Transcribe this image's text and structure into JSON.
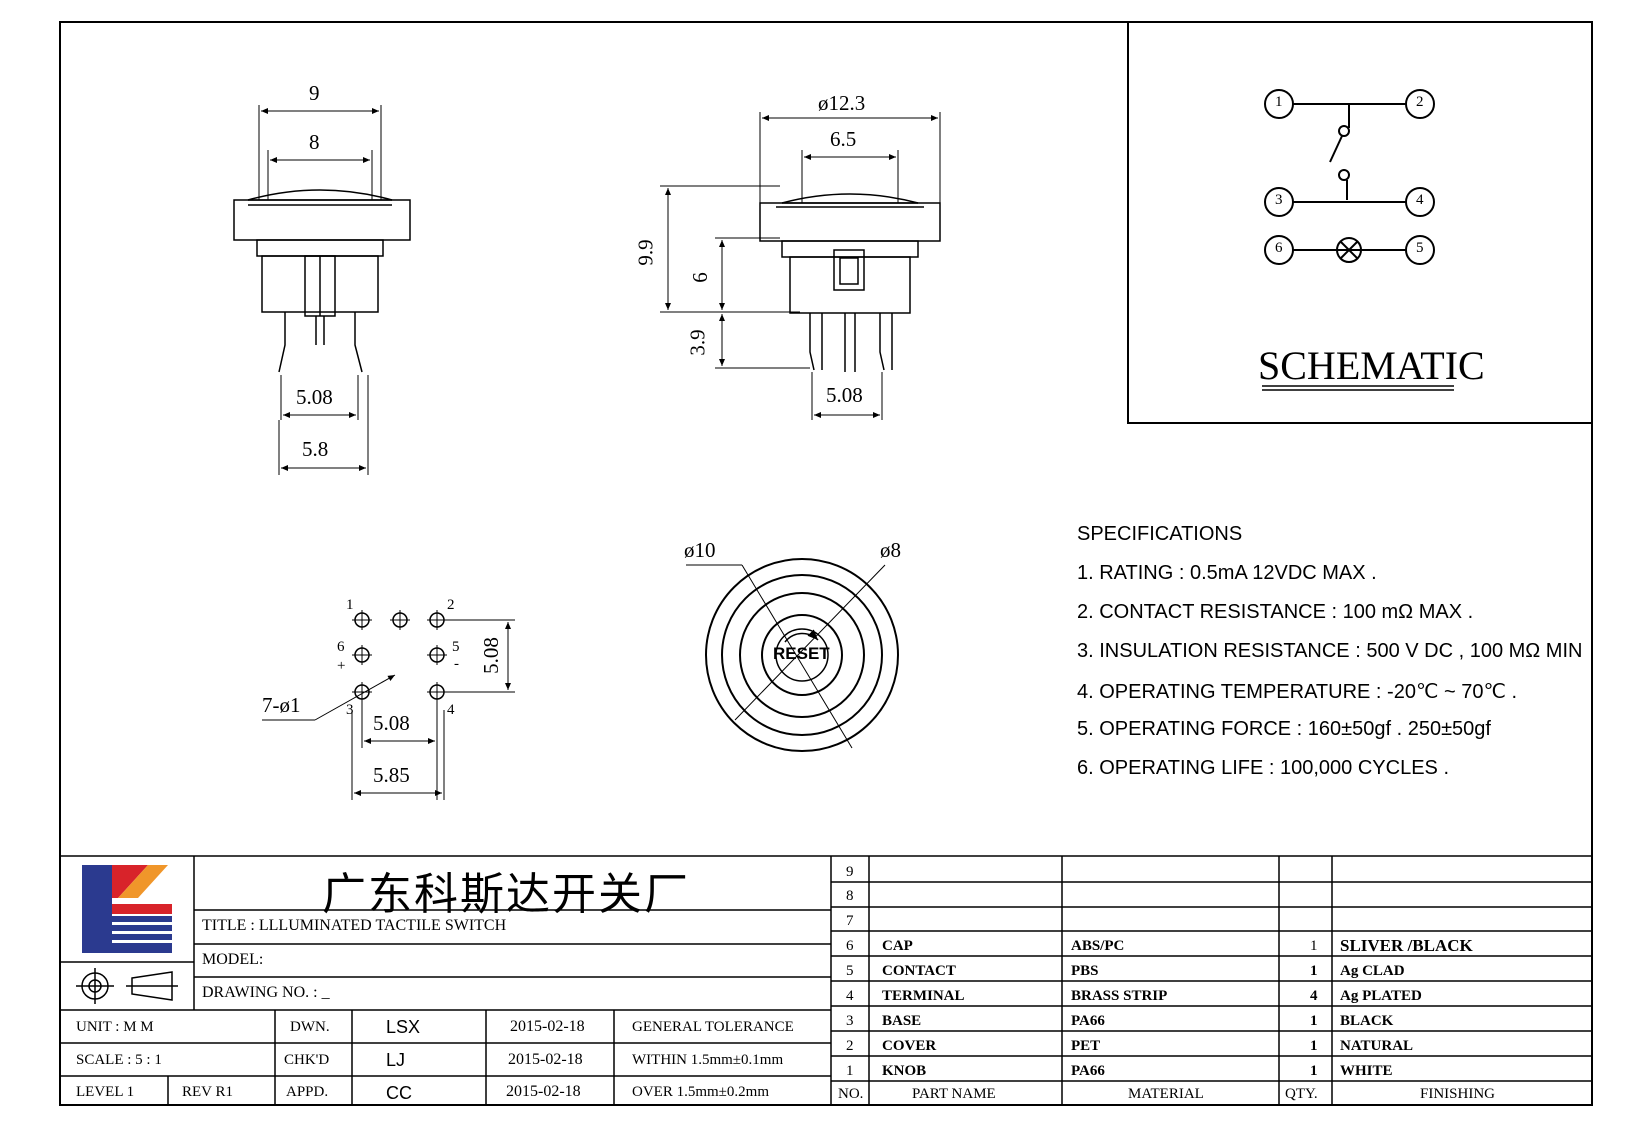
{
  "dimensions": {
    "side_view": {
      "d1": "9",
      "d2": "8",
      "d3": "5.08",
      "d4": "5.8"
    },
    "front_view": {
      "d1": "ø12.3",
      "d2": "6.5",
      "h_total": "9.9",
      "h_body": "6",
      "h_pin": "3.9",
      "pin_pitch": "5.08"
    },
    "footprint": {
      "holes": "7-ø1",
      "pitch_x": "5.08",
      "width": "5.85",
      "pitch_y": "5.08",
      "pins": [
        "1",
        "2",
        "3",
        "4",
        "5",
        "6"
      ],
      "plus": "+",
      "minus": "-"
    },
    "top_view": {
      "outer": "ø10",
      "inner": "ø8",
      "knob_text": "RESET"
    }
  },
  "schematic": {
    "title": "SCHEMATIC",
    "pins": [
      "1",
      "2",
      "3",
      "4",
      "6",
      "5"
    ]
  },
  "specifications": {
    "heading": "SPECIFICATIONS",
    "items": [
      "1. RATING : 0.5mA 12VDC MAX .",
      "2. CONTACT RESISTANCE : 100 mΩ MAX .",
      "3. INSULATION RESISTANCE : 500 V DC , 100 MΩ MIN",
      "4. OPERATING TEMPERATURE : -20℃ ~ 70℃ .",
      "5. OPERATING FORCE : 160±50gf . 250±50gf",
      "6. OPERATING LIFE : 100,000 CYCLES ."
    ]
  },
  "title_block": {
    "company": "广东科斯达开关厂",
    "title": "TITLE :  LLLUMINATED TACTILE SWITCH",
    "model": "MODEL:",
    "drawing_no": "DRAWING NO. : _",
    "unit_label": "UNIT    :    M M",
    "scale_label": "SCALE  :  5 : 1",
    "level_label": "LEVEL 1",
    "rev_label": "REV  R1",
    "dwn_label": "DWN.",
    "chk_label": "CHK'D",
    "appd_label": "APPD.",
    "dwn_by": "LSX",
    "chk_by": "LJ",
    "appd_by": "CC",
    "dwn_date": "2015-02-18",
    "chk_date": "2015-02-18",
    "appd_date": "2015-02-18",
    "tol_label": "GENERAL TOLERANCE",
    "tol_within": "WITHIN 1.5mm±0.1mm",
    "tol_over": "OVER   1.5mm±0.2mm"
  },
  "bom": {
    "headers": {
      "no": "NO.",
      "part": "PART  NAME",
      "material": "MATERIAL",
      "qty": "QTY.",
      "finish": "FINISHING"
    },
    "rows": [
      {
        "no": "9",
        "part": "",
        "material": "",
        "qty": "",
        "finish": ""
      },
      {
        "no": "8",
        "part": "",
        "material": "",
        "qty": "",
        "finish": ""
      },
      {
        "no": "7",
        "part": "",
        "material": "",
        "qty": "",
        "finish": ""
      },
      {
        "no": "6",
        "part": "CAP",
        "material": "ABS/PC",
        "qty": "1",
        "finish": "SLIVER /BLACK"
      },
      {
        "no": "5",
        "part": "CONTACT",
        "material": "PBS",
        "qty": "1",
        "finish": "Ag CLAD"
      },
      {
        "no": "4",
        "part": "TERMINAL",
        "material": "BRASS STRIP",
        "qty": "4",
        "finish": "Ag PLATED"
      },
      {
        "no": "3",
        "part": "BASE",
        "material": "PA66",
        "qty": "1",
        "finish": "BLACK"
      },
      {
        "no": "2",
        "part": "COVER",
        "material": "PET",
        "qty": "1",
        "finish": "NATURAL"
      },
      {
        "no": "1",
        "part": "KNOB",
        "material": "PA66",
        "qty": "1",
        "finish": "WHITE"
      }
    ]
  },
  "colors": {
    "logo_blue": "#2b3a8f",
    "logo_red": "#d8232a",
    "logo_orange": "#f0962a"
  }
}
